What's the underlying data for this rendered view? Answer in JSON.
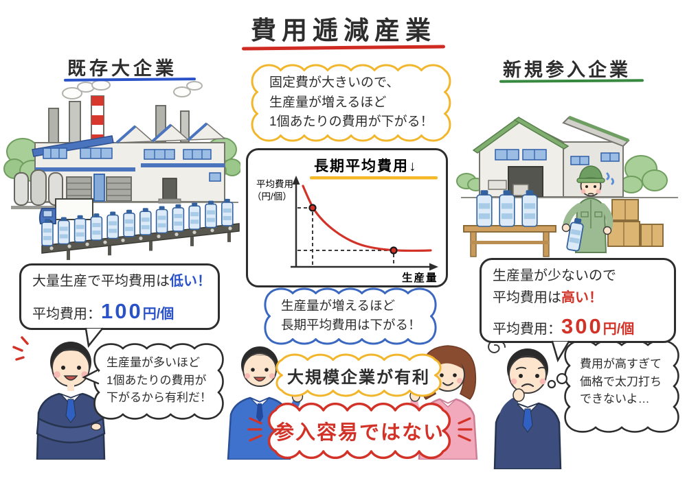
{
  "title": {
    "text": "費用逓減産業",
    "underline_color": "#cf2b22"
  },
  "sections": {
    "left": {
      "heading": "既存大企業",
      "heading_underline": "#2a52c8",
      "illustration": "factory-with-bottle-conveyor",
      "character": "happy-businessman-arms-crossed",
      "speech_bubble": {
        "line1_plain": "大量生産で平均費用は",
        "line1_accent": "低い！",
        "line2_label": "平均費用：",
        "line2_value": "100",
        "line2_unit": "円/個",
        "accent_color": "#2a52c8"
      },
      "thought_bubble": [
        "生産量が多いほど",
        "1個あたりの費用が",
        "下がるから有利だ！"
      ]
    },
    "center": {
      "intro_bubble": [
        "固定費が大きいので、",
        "生産量が増えるほど",
        "1個あたりの費用が下がる！"
      ],
      "result_bubble": [
        "生産量が増えるほど",
        "長期平均費用は下がる！"
      ],
      "conclusion_advantage": "大規模企業が有利",
      "conclusion_entry": "参入容易ではない",
      "advantage_color": "#f2b62c",
      "entry_color": "#d23227",
      "characters": [
        "pointing-man",
        "pointing-woman"
      ]
    },
    "right": {
      "heading": "新規参入企業",
      "heading_underline": "#37893f",
      "illustration": "warehouse-with-worker",
      "character": "worried-businessman",
      "speech_bubble": {
        "line1": "生産量が少ないので",
        "line2_plain": "平均費用は",
        "line2_accent": "高い！",
        "line3_label": "平均費用：",
        "line3_value": "300",
        "line3_unit": "円/個",
        "accent_color": "#d23227"
      },
      "thought_bubble": [
        "費用が高すぎて",
        "価格で太刀打ち",
        "できないよ…"
      ]
    }
  },
  "chart_data": {
    "type": "line",
    "title": "長期平均費用↓",
    "title_underline_color": "#f5b928",
    "xlabel": "生産量",
    "ylabel": "平均費用（円/個）",
    "ylabel_line1": "平均費用",
    "ylabel_line2": "（円/個）",
    "curve_color": "#d23227",
    "grid": false,
    "legend": "none",
    "axes_arrows": true,
    "series": [
      {
        "name": "長期平均費用",
        "x": [
          0.5,
          1,
          2,
          3,
          4,
          5,
          6,
          7
        ],
        "y": [
          420,
          300,
          210,
          160,
          130,
          112,
          103,
          100
        ]
      }
    ],
    "marked_points": [
      {
        "x": 1,
        "y": 300,
        "guide": "dashed-to-both-axes"
      },
      {
        "x": 6,
        "y": 100,
        "guide": "dashed-to-both-axes"
      }
    ]
  }
}
